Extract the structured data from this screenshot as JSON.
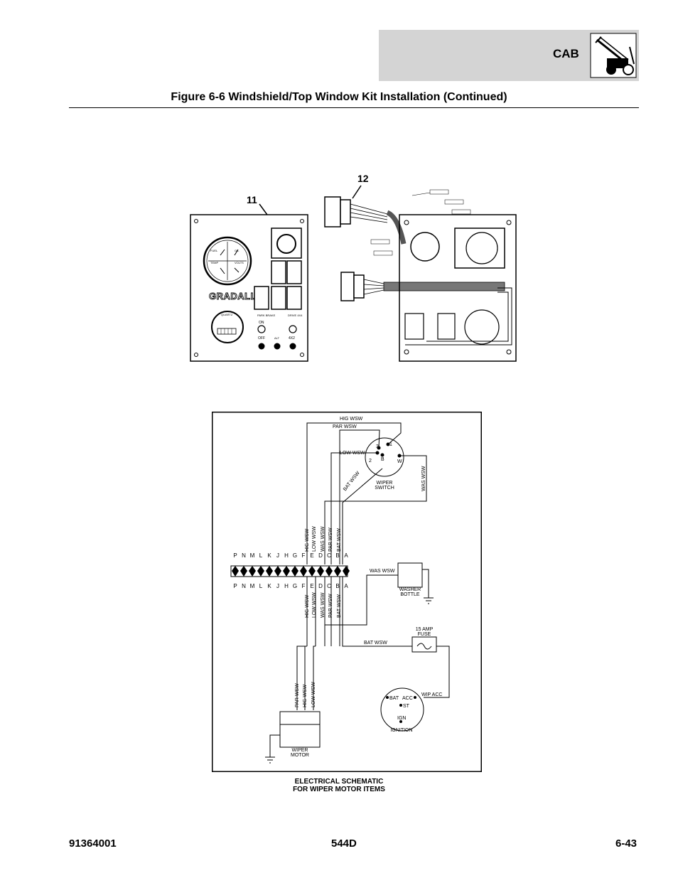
{
  "header": {
    "section": "CAB"
  },
  "figure": {
    "title": "Figure 6-6 Windshield/Top Window Kit Installation (Continued)"
  },
  "callouts": {
    "c11": "11",
    "c12": "12"
  },
  "panel": {
    "brand": "GRADALL",
    "gauge_labels": {
      "fuel": "FUEL",
      "oil": "OIL",
      "temp": "TEMP",
      "volts": "VOLTS"
    },
    "clock_label": "QUARTZ",
    "switch_left": {
      "top": "PARK BRAKE",
      "on": "ON",
      "off": "OFF"
    },
    "alt_label": "ALT",
    "switch_right": {
      "top": "DRIVE 4X4",
      "bottom": "4X2"
    }
  },
  "schematic": {
    "wires": {
      "hig": "HIG WSW",
      "par": "PAR WSW",
      "low": "LOW WSW",
      "bat": "BAT WSW",
      "was": "WAS WSW",
      "wip_acc": "WIP ACC"
    },
    "connector_pins": [
      "P",
      "N",
      "M",
      "L",
      "K",
      "J",
      "H",
      "G",
      "F",
      "E",
      "D",
      "C",
      "B",
      "A"
    ],
    "wiper_switch": {
      "label_1": "WIPER",
      "label_2": "SWITCH",
      "pins": [
        "3",
        "1",
        "2",
        "B",
        "W"
      ]
    },
    "washer_bottle": {
      "label_1": "WASHER",
      "label_2": "BOTTLE"
    },
    "fuse": {
      "label_1": "15 AMP",
      "label_2": "FUSE"
    },
    "ignition": {
      "label": "IGNITION",
      "bat": "BAT",
      "acc": "ACC",
      "st": "ST",
      "ign": "IGN"
    },
    "wiper_motor": {
      "label_1": "WIPER",
      "label_2": "MOTOR"
    }
  },
  "caption": {
    "line1": "ELECTRICAL SCHEMATIC",
    "line2": "FOR WIPER MOTOR ITEMS"
  },
  "footer": {
    "doc_number": "91364001",
    "model": "544D",
    "page": "6-43"
  }
}
